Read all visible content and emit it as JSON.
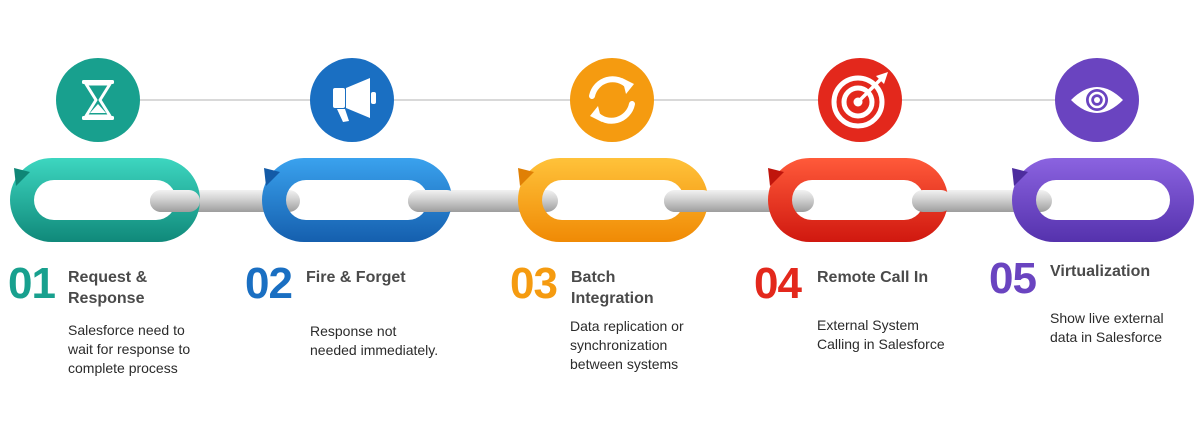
{
  "steps": [
    {
      "number": "01",
      "title": "Request &\nResponse",
      "description": "Salesforce need to\nwait for response to\ncomplete process",
      "color": "#18a08e",
      "icon": "hourglass-icon"
    },
    {
      "number": "02",
      "title": "Fire & Forget",
      "description": "Response not\nneeded immediately.",
      "color": "#1a6fc2",
      "icon": "megaphone-icon"
    },
    {
      "number": "03",
      "title": "Batch\nIntegration",
      "description": "Data replication or\nsynchronization\nbetween systems",
      "color": "#f59b10",
      "icon": "sync-icon"
    },
    {
      "number": "04",
      "title": "Remote Call In",
      "description": "External System\nCalling in Salesforce",
      "color": "#e3281c",
      "icon": "target-icon"
    },
    {
      "number": "05",
      "title": "Virtualization",
      "description": "Show live external\ndata in Salesforce",
      "color": "#6a44c0",
      "icon": "eye-icon"
    }
  ]
}
